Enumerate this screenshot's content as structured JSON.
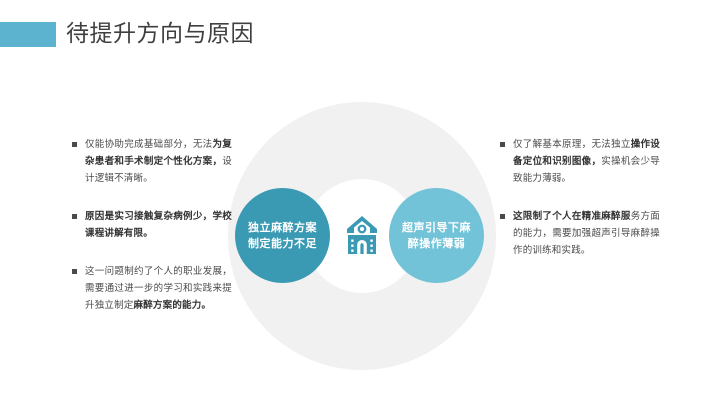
{
  "slide": {
    "title": "待提升方向与原因",
    "accent_color": "#5CB3D0",
    "background_color": "#FFFFFF"
  },
  "diagram": {
    "ring_color": "#F1F1F1",
    "center_icon": "school-building-icon",
    "center_icon_color": "#3A99B3",
    "bubbles": [
      {
        "name": "bubble-left",
        "color": "#3A99B3",
        "line1": "独立麻醉方案",
        "line2": "制定能力不足"
      },
      {
        "name": "bubble-right",
        "color": "#72C2D8",
        "line1": "超声引导下麻",
        "line2": "醉操作薄弱"
      }
    ]
  },
  "left_column": {
    "bullets": [
      {
        "lead": "仅能协助完成基础部分，无法",
        "strong": "为复杂患者和手术制定个性化方案，",
        "tail": "设计逻辑不清晰。"
      },
      {
        "lead": "",
        "strong": "原因是实习接触复杂病例少，学校课程讲解有限。",
        "tail": ""
      },
      {
        "lead": "这一问题制约了个人的职业发展，需要通过进一步的学习和实践来提升独立制定",
        "strong": "麻醉方案的能力。",
        "tail": ""
      }
    ]
  },
  "right_column": {
    "bullets": [
      {
        "lead": "仅了解基本原理，无法独立",
        "strong": "操作设备定位和识别图像，",
        "tail": "实操机会少导致能力薄弱。"
      },
      {
        "lead": "",
        "strong": "这限制了个人在精准麻醉服",
        "tail": "务方面的能力，需要加强超声引导麻醉操作的训练和实践。"
      }
    ]
  }
}
